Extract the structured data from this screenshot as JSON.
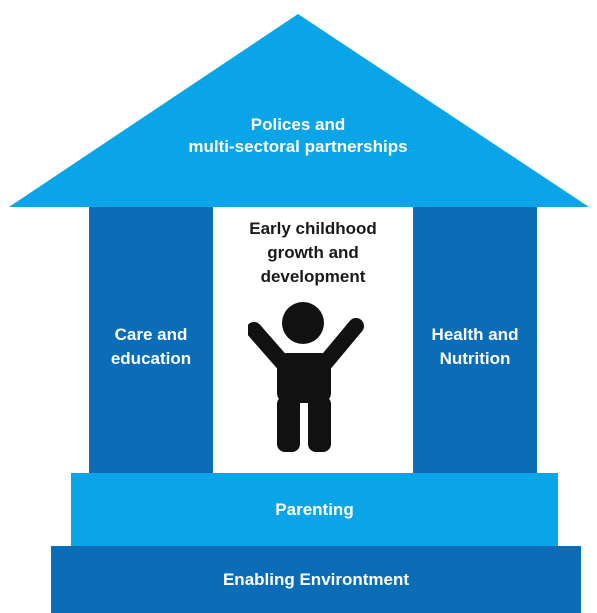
{
  "roof": {
    "line1": "Polices and",
    "line2": "multi-sectoral partnerships",
    "color": "#0aa5e8"
  },
  "pillars": {
    "left": {
      "line1": "Care and",
      "line2": "education"
    },
    "right": {
      "line1": "Health and",
      "line2": "Nutrition"
    },
    "color": "#0b6db8"
  },
  "center": {
    "line1": "Early childhood",
    "line2": "growth and",
    "line3": "development",
    "icon": "child-icon"
  },
  "steps": {
    "parenting": "Parenting",
    "enabling": "Enabling Environtment",
    "parenting_color": "#0aa5e8",
    "enabling_color": "#0b6db8"
  }
}
